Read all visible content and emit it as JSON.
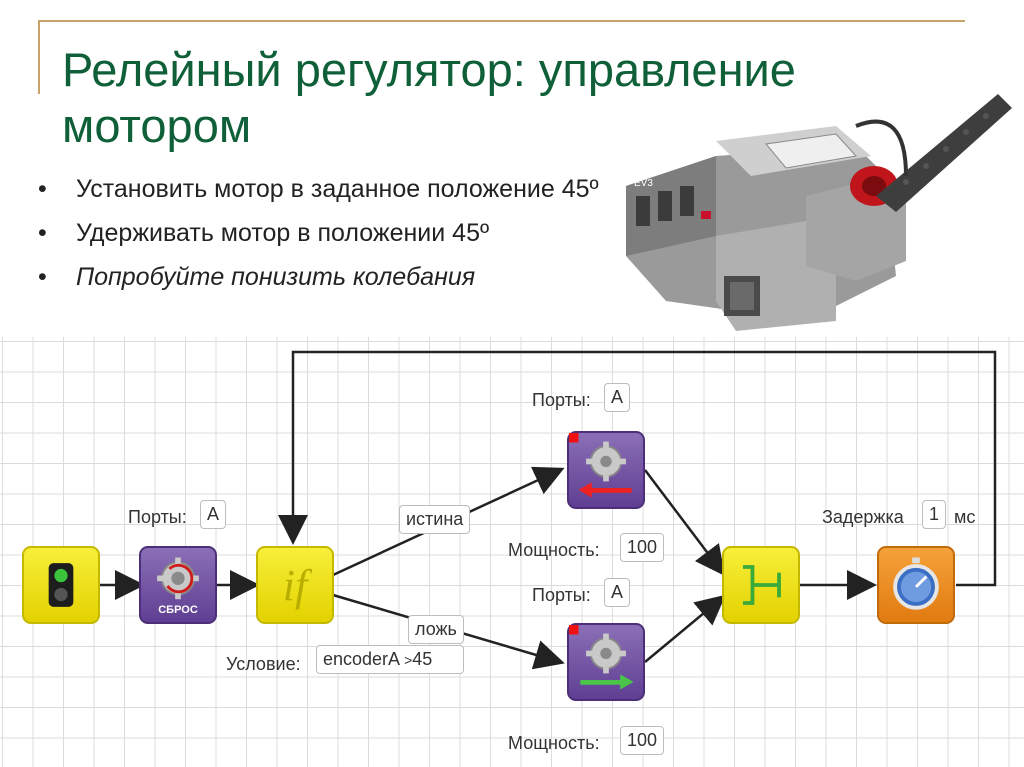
{
  "slide": {
    "title": "Релейный регулятор: управление мотором",
    "bullets": [
      {
        "text": "Установить мотор в заданное положение 45º",
        "italic": false
      },
      {
        "text": "Удерживать мотор в положении 45º",
        "italic": false
      },
      {
        "text": "Попробуйте понизить колебания",
        "italic": true
      }
    ],
    "bullet_symbol": "•"
  },
  "robot_image": {
    "label": "EV3",
    "icon": "ev3-robot-with-motor-image"
  },
  "program": {
    "start_block": {
      "icon": "traffic-light-icon"
    },
    "reset_block": {
      "icon": "gear-reset-icon",
      "caption": "СБРОС",
      "ports_label": "Порты:",
      "ports_value": "A"
    },
    "if_block": {
      "icon": "if-icon",
      "glyph": "if",
      "condition_label": "Условие:",
      "condition_value": "encoderA",
      "condition_op": ">",
      "condition_threshold": "45"
    },
    "branch_true": {
      "label": "истина"
    },
    "branch_false": {
      "label": "ложь"
    },
    "motor_top": {
      "icon": "gear-backward-icon",
      "ports_label": "Порты:",
      "ports_value": "A",
      "power_label": "Мощность:",
      "power_value": "100"
    },
    "motor_bottom": {
      "icon": "gear-forward-icon",
      "ports_label": "Порты:",
      "ports_value": "A",
      "power_label": "Мощность:",
      "power_value": "100"
    },
    "join_block": {
      "icon": "merge-icon"
    },
    "delay_block": {
      "icon": "stopwatch-icon",
      "label": "Задержка",
      "value": "1",
      "unit": "мс"
    }
  },
  "colors": {
    "title": "#0f5f39",
    "yellow_block": "#f0e520",
    "purple_block": "#6d4c9f",
    "orange_block": "#ec8d22",
    "wire": "#222222"
  }
}
